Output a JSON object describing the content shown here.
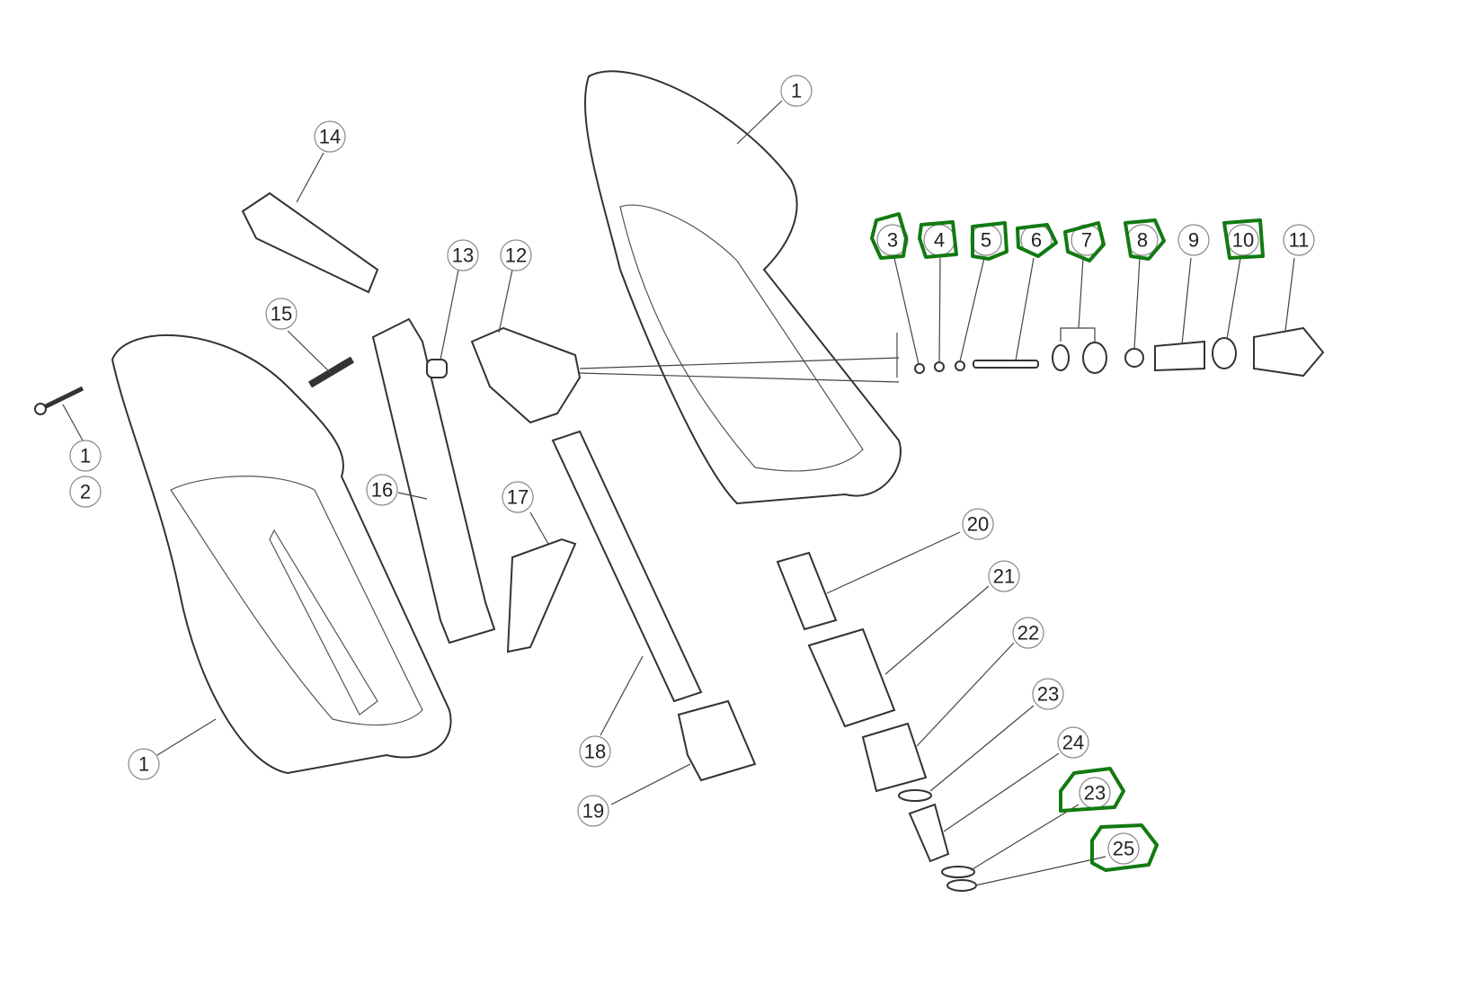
{
  "highlight_color": "#117a11",
  "callouts": {
    "c1_top": "1",
    "c14": "14",
    "c13": "13",
    "c12": "12",
    "c15": "15",
    "c1_screw": "1",
    "c2": "2",
    "c16": "16",
    "c17": "17",
    "c3": "3",
    "c4": "4",
    "c5": "5",
    "c6": "6",
    "c7": "7",
    "c8": "8",
    "c9": "9",
    "c10": "10",
    "c11": "11",
    "c20": "20",
    "c21": "21",
    "c22": "22",
    "c23_upper": "23",
    "c24": "24",
    "c23_lower": "23",
    "c25": "25",
    "c18": "18",
    "c19": "19",
    "c1_bottom": "1"
  }
}
